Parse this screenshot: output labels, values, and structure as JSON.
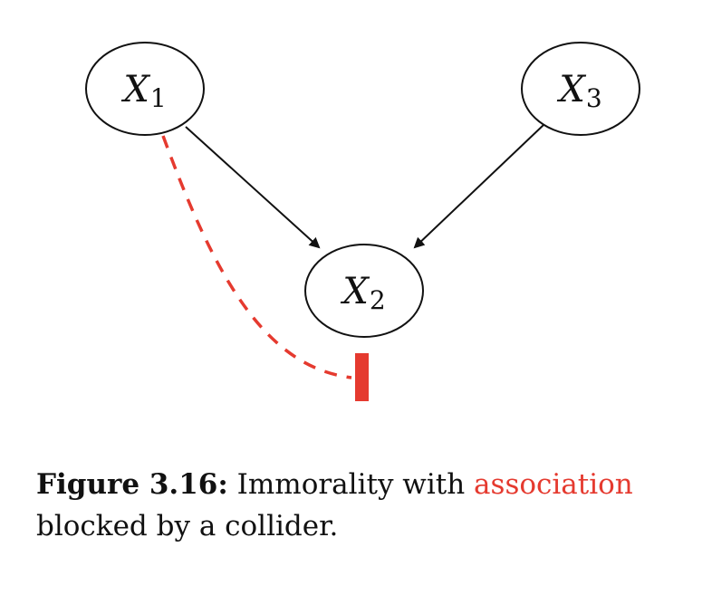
{
  "diagram": {
    "nodes": [
      {
        "id": "x1",
        "var": "X",
        "sub": "1"
      },
      {
        "id": "x3",
        "var": "X",
        "sub": "3"
      },
      {
        "id": "x2",
        "var": "X",
        "sub": "2"
      }
    ],
    "edges": [
      {
        "from": "x1",
        "to": "x2",
        "style": "solid-arrow"
      },
      {
        "from": "x3",
        "to": "x2",
        "style": "solid-arrow"
      },
      {
        "from": "x1",
        "to": "x2",
        "style": "dashed-blocked",
        "meaning": "association"
      }
    ],
    "colors": {
      "association": "#e53a2f",
      "edge": "#111111"
    }
  },
  "caption": {
    "label": "Figure 3.16:",
    "text_before": " Immorality with ",
    "highlight": "association",
    "text_after": " blocked by a collider."
  }
}
